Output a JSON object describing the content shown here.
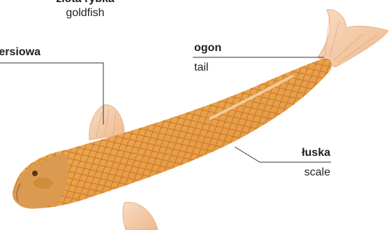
{
  "title": {
    "polish": "złota rybka",
    "english": "goldfish"
  },
  "labels": [
    {
      "id": "fin",
      "polish": "płetwa piersiowa",
      "english": ""
    },
    {
      "id": "tail",
      "polish": "ogon",
      "english": "tail"
    },
    {
      "id": "scale",
      "polish": "łuska",
      "english": "scale"
    }
  ],
  "colors": {
    "body": "#e9a24a",
    "scale_lines": "#c9772c",
    "fin": "#f2c6a0",
    "text": "#1f1f1f",
    "leader": "#333333"
  }
}
